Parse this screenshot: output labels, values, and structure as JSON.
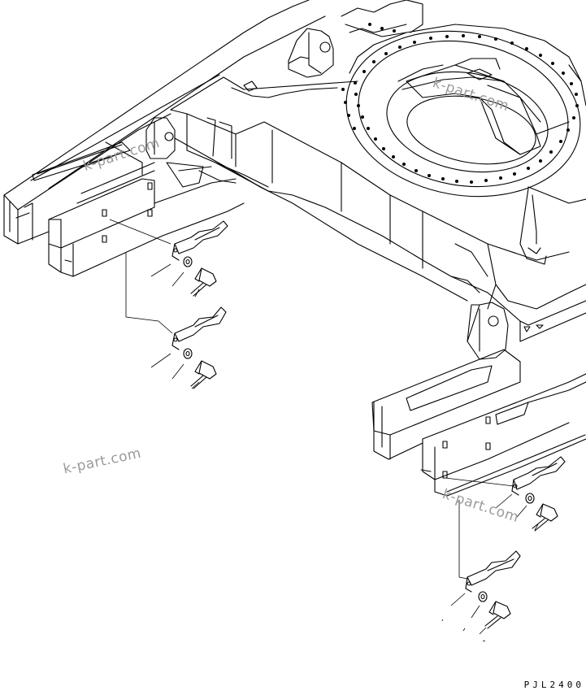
{
  "diagram": {
    "page_code": "PJL2400",
    "watermark": "k-part.com",
    "parts": [
      {
        "name": "track-frame-main",
        "icon": "frame-outline"
      },
      {
        "name": "swing-circle",
        "icon": "ring-with-holes"
      },
      {
        "name": "left-side-bracket",
        "icon": "bracket-plate"
      },
      {
        "name": "right-side-bracket",
        "icon": "bracket-plate"
      },
      {
        "name": "bracket-upper-left",
        "icon": "cable-clamp"
      },
      {
        "name": "bracket-lower-left",
        "icon": "cable-clamp"
      },
      {
        "name": "bracket-upper-right",
        "icon": "cable-clamp"
      },
      {
        "name": "bracket-lower-right",
        "icon": "cable-clamp"
      },
      {
        "name": "washer",
        "icon": "washer-icon"
      },
      {
        "name": "bolt",
        "icon": "bolt-icon"
      }
    ]
  }
}
